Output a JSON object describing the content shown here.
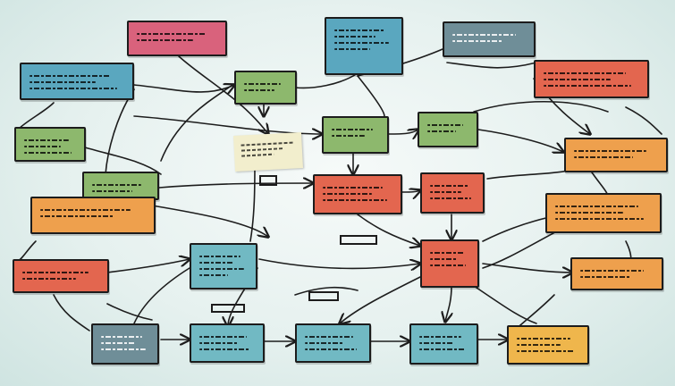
{
  "diagram": {
    "background": "#e6f1ef",
    "palette": {
      "pink": "#d9627c",
      "blue": "#5aa7bf",
      "slate": "#6f8e98",
      "green": "#8db86d",
      "red": "#e3664f",
      "orange": "#eea04d",
      "teal": "#71b9c3",
      "yellow": "#efb64c",
      "note": "#f2eecd"
    },
    "nodes": [
      {
        "id": "n-pink-top",
        "color": "#d9627c",
        "lines": 2,
        "dark": false
      },
      {
        "id": "n-blue-topcenter",
        "color": "#5aa7bf",
        "lines": 4,
        "dark": false
      },
      {
        "id": "n-slate-topright",
        "color": "#6f8e98",
        "lines": 2,
        "dark": true
      },
      {
        "id": "n-red-right",
        "color": "#e3664f",
        "lines": 3,
        "dark": false
      },
      {
        "id": "n-blue-left",
        "color": "#5aa7bf",
        "lines": 3,
        "dark": false
      },
      {
        "id": "n-green-center-top",
        "color": "#8db86d",
        "lines": 2,
        "dark": false
      },
      {
        "id": "n-green-left",
        "color": "#8db86d",
        "lines": 3,
        "dark": false
      },
      {
        "id": "n-green-center",
        "color": "#8db86d",
        "lines": 2,
        "dark": false
      },
      {
        "id": "n-green-centerright",
        "color": "#8db86d",
        "lines": 2,
        "dark": false
      },
      {
        "id": "n-orange-right",
        "color": "#eea04d",
        "lines": 2,
        "dark": false
      },
      {
        "id": "n-green-left2",
        "color": "#8db86d",
        "lines": 2,
        "dark": false
      },
      {
        "id": "n-red-center",
        "color": "#e3664f",
        "lines": 3,
        "dark": false
      },
      {
        "id": "n-red-centerright",
        "color": "#e3664f",
        "lines": 3,
        "dark": false
      },
      {
        "id": "n-orange-left",
        "color": "#eea04d",
        "lines": 2,
        "dark": false
      },
      {
        "id": "n-orange-right2",
        "color": "#eea04d",
        "lines": 3,
        "dark": false
      },
      {
        "id": "n-red-left-bottom",
        "color": "#e3664f",
        "lines": 2,
        "dark": false
      },
      {
        "id": "n-teal-center",
        "color": "#71b9c3",
        "lines": 4,
        "dark": false
      },
      {
        "id": "n-red-center2",
        "color": "#e3664f",
        "lines": 3,
        "dark": false
      },
      {
        "id": "n-orange-bottomright",
        "color": "#eea04d",
        "lines": 2,
        "dark": false
      },
      {
        "id": "n-slate-bottomleft",
        "color": "#6f8e98",
        "lines": 3,
        "dark": true
      },
      {
        "id": "n-teal-bottom1",
        "color": "#71b9c3",
        "lines": 3,
        "dark": false
      },
      {
        "id": "n-teal-bottom2",
        "color": "#71b9c3",
        "lines": 3,
        "dark": false
      },
      {
        "id": "n-teal-bottom3",
        "color": "#71b9c3",
        "lines": 3,
        "dark": false
      },
      {
        "id": "n-yellow-bottomright",
        "color": "#efb64c",
        "lines": 3,
        "dark": false
      }
    ]
  }
}
